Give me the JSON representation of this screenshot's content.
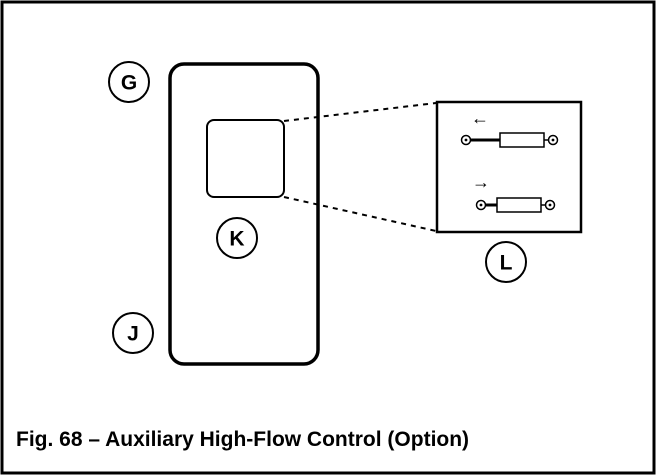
{
  "diagram": {
    "callouts": {
      "g": "G",
      "j": "J",
      "k": "K",
      "l": "L"
    },
    "arrows": {
      "retract": "←",
      "extend": "→"
    },
    "caption": "Fig. 68 – Auxiliary High-Flow Control (Option)"
  },
  "colors": {
    "line": "#000000",
    "background": "#ffffff"
  }
}
